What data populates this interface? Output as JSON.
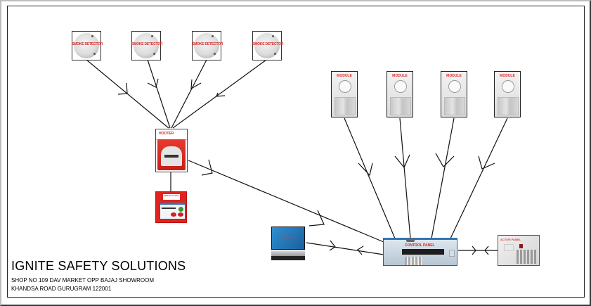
{
  "diagram": {
    "title": "Fire Alarm & Security System Wiring Layout",
    "company": {
      "name": "IGNITE SAFETY SOLUTIONS",
      "address_line1": "SHOP NO 109 DAV MARKET OPP BAJAJ SHOWROOM",
      "address_line2": "KHANDSA ROAD GURUGRAM 122001"
    },
    "devices": {
      "smoke_detectors": [
        {
          "label": "SMOKE DETECTOR"
        },
        {
          "label": "SMOKE DETECTOR"
        },
        {
          "label": "SMOKE DETECTOR"
        },
        {
          "label": "SMOKE DETECTOR"
        }
      ],
      "hooter": {
        "label": "HOOTER"
      },
      "manual_call_point": {
        "label": "BREAK GLASS"
      },
      "modules": [
        {
          "label": "MODULE"
        },
        {
          "label": "MODULE"
        },
        {
          "label": "MODULE"
        },
        {
          "label": "MODULE"
        }
      ],
      "monitor": {
        "label": "MONITOR"
      },
      "control_panel": {
        "label": "CONTROL PANEL"
      },
      "access_keypad": {
        "label": "ACTIVE PANEL"
      }
    },
    "colors": {
      "label_red": "#d42a2a",
      "wire": "#111111",
      "panel_blue": "#3276b2"
    }
  }
}
